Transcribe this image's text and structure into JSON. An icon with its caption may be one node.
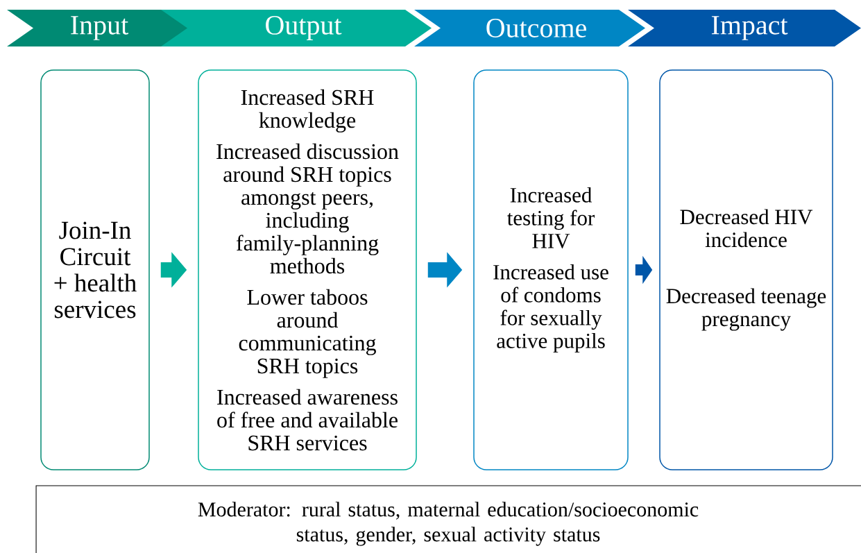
{
  "diagram": {
    "nodes": [
      {
        "text": [
          "Input"
        ]
      },
      {
        "text": [
          "Output"
        ]
      },
      {
        "text": [
          "Outcome"
        ]
      },
      {
        "text": [
          "Impact"
        ]
      },
      {
        "text": [
          "Join-In Circuit + health services"
        ]
      },
      {
        "text": [
          "Increased SRH knowledge",
          "Increased discussion around SRH topics amongst peers, including family-planning methods",
          "Lower taboos around communicating SRH topics",
          "Increased awareness of free and available SRH services"
        ]
      },
      {
        "text": [
          "Increased testing for HIV",
          "Increased use of condoms for sexually active pupils"
        ]
      },
      {
        "text": [
          "Decreased HIV incidence",
          "Decreased teenage pregnancy"
        ]
      },
      {
        "text": [
          "Moderator: rural status, maternal education/socioeconomic status, gender, sexual activity status"
        ]
      }
    ],
    "edges": [
      {
        "from": 4,
        "to": 5,
        "arrow": "to",
        "color": "#00b09a"
      },
      {
        "from": 5,
        "to": 6,
        "arrow": "to",
        "color": "#0086c4"
      },
      {
        "from": 6,
        "to": 7,
        "arrow": "to",
        "color": "#0056a8"
      }
    ]
  }
}
